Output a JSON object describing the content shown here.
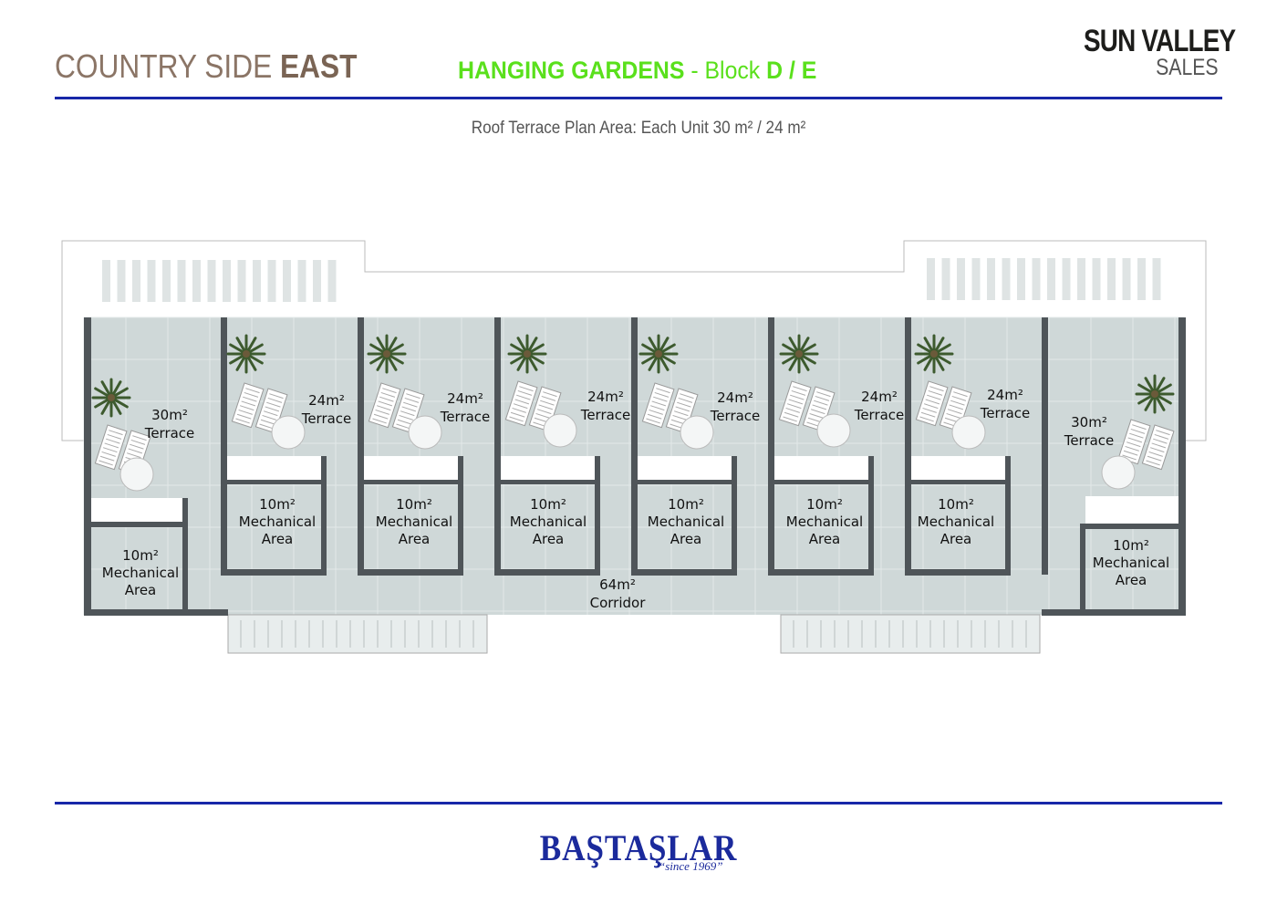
{
  "header": {
    "project_light": "COUNTRY SIDE ",
    "project_bold": "EAST",
    "title_bold": "HANGING GARDENS",
    "title_sep": " - Block ",
    "title_block": "D / E",
    "logo_top": "SUN VALLEY",
    "logo_bottom": "SALES"
  },
  "subtitle": "Roof Terrace Plan Area: Each Unit 30 m² / 24 m²",
  "footer": {
    "brand": "BAŞTAŞLAR",
    "since": "“since 1969”"
  },
  "plan": {
    "units": [
      {
        "terrace_area": "30m²",
        "terrace_label": "Terrace",
        "mech_area": "10m²",
        "mech_label1": "Mechanical",
        "mech_label2": "Area"
      },
      {
        "terrace_area": "24m²",
        "terrace_label": "Terrace",
        "mech_area": "10m²",
        "mech_label1": "Mechanical",
        "mech_label2": "Area"
      },
      {
        "terrace_area": "24m²",
        "terrace_label": "Terrace",
        "mech_area": "10m²",
        "mech_label1": "Mechanical",
        "mech_label2": "Area"
      },
      {
        "terrace_area": "24m²",
        "terrace_label": "Terrace",
        "mech_area": "10m²",
        "mech_label1": "Mechanical",
        "mech_label2": "Area"
      },
      {
        "terrace_area": "24m²",
        "terrace_label": "Terrace",
        "mech_area": "10m²",
        "mech_label1": "Mechanical",
        "mech_label2": "Area"
      },
      {
        "terrace_area": "24m²",
        "terrace_label": "Terrace",
        "mech_area": "10m²",
        "mech_label1": "Mechanical",
        "mech_label2": "Area"
      },
      {
        "terrace_area": "24m²",
        "terrace_label": "Terrace",
        "mech_area": "10m²",
        "mech_label1": "Mechanical",
        "mech_label2": "Area"
      },
      {
        "terrace_area": "30m²",
        "terrace_label": "Terrace",
        "mech_area": "10m²",
        "mech_label1": "Mechanical",
        "mech_label2": "Area"
      }
    ],
    "corridor_area": "64m²",
    "corridor_label": "Corridor"
  },
  "colors": {
    "rule": "#1727a8",
    "accent_green": "#5ae01c",
    "wall": "#4f5559",
    "floor": "#cfd8d8"
  }
}
